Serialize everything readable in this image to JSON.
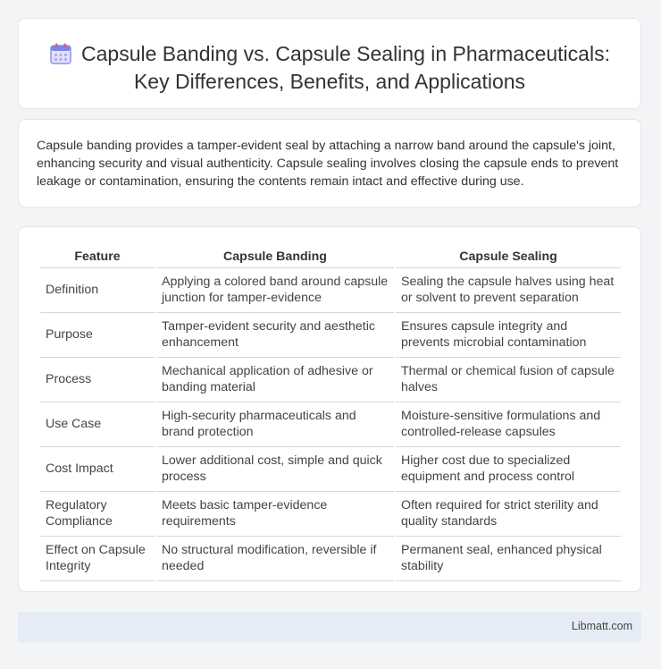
{
  "header": {
    "title": "Capsule Banding vs. Capsule Sealing in Pharmaceuticals: Key Differences, Benefits, and Applications",
    "icon": "calendar-icon"
  },
  "summary": "Capsule banding provides a tamper-evident seal by attaching a narrow band around the capsule's joint, enhancing security and visual authenticity. Capsule sealing involves closing the capsule ends to prevent leakage or contamination, ensuring the contents remain intact and effective during use.",
  "table": {
    "columns": [
      "Feature",
      "Capsule Banding",
      "Capsule Sealing"
    ],
    "rows": [
      [
        "Definition",
        "Applying a colored band around capsule junction for tamper-evidence",
        "Sealing the capsule halves using heat or solvent to prevent separation"
      ],
      [
        "Purpose",
        "Tamper-evident security and aesthetic enhancement",
        "Ensures capsule integrity and prevents microbial contamination"
      ],
      [
        "Process",
        "Mechanical application of adhesive or banding material",
        "Thermal or chemical fusion of capsule halves"
      ],
      [
        "Use Case",
        "High-security pharmaceuticals and brand protection",
        "Moisture-sensitive formulations and controlled-release capsules"
      ],
      [
        "Cost Impact",
        "Lower additional cost, simple and quick process",
        "Higher cost due to specialized equipment and process control"
      ],
      [
        "Regulatory Compliance",
        "Meets basic tamper-evidence requirements",
        "Often required for strict sterility and quality standards"
      ],
      [
        "Effect on Capsule Integrity",
        "No structural modification, reversible if needed",
        "Permanent seal, enhanced physical stability"
      ]
    ]
  },
  "footer": {
    "brand": "Libmatt.com"
  },
  "colors": {
    "page_bg": "#f3f4f6",
    "card_bg": "#ffffff",
    "footer_bg": "#e6ecf5",
    "icon_accent": "#7b86e6"
  }
}
